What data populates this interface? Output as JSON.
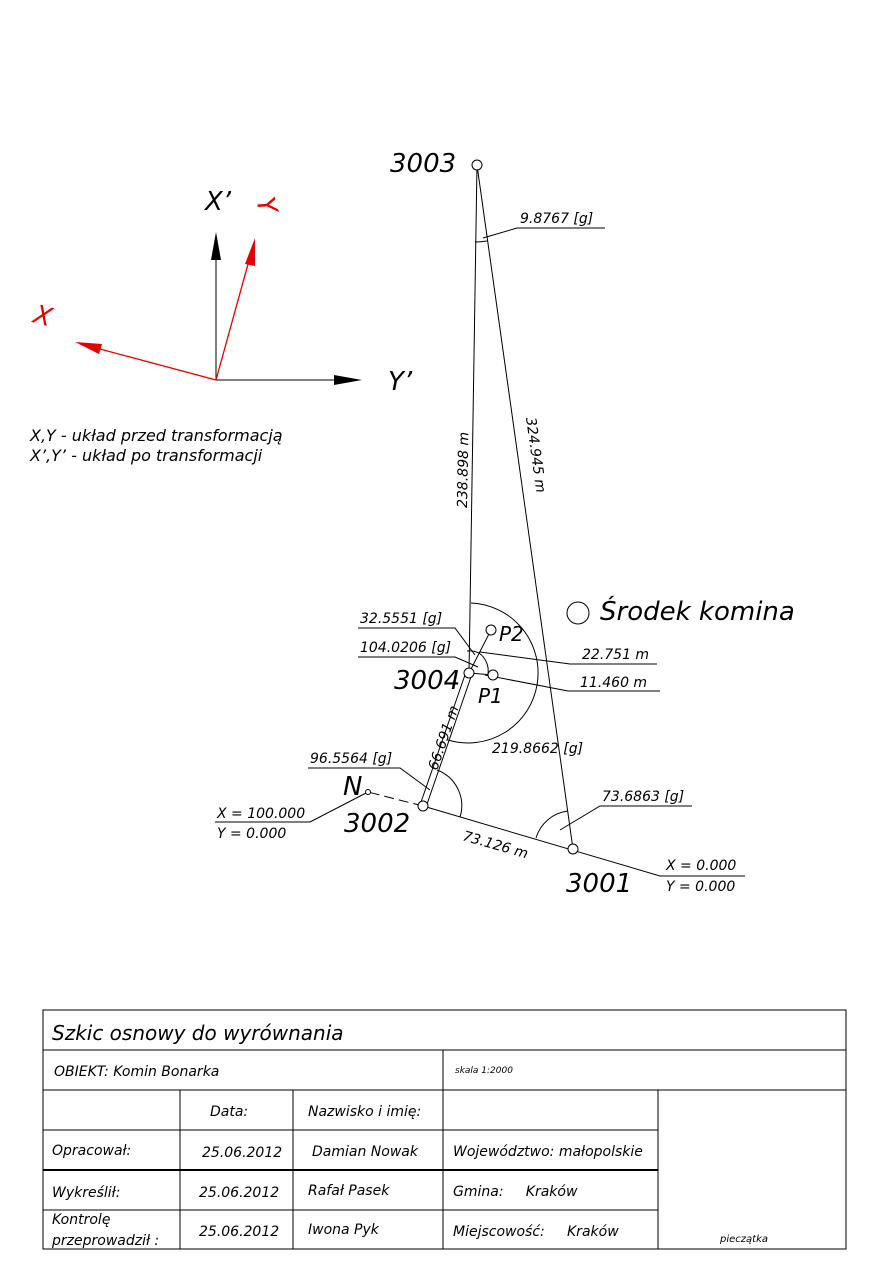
{
  "points": {
    "p3003": "3003",
    "p3004": "3004",
    "p3002": "3002",
    "p3001": "3001",
    "n": "N",
    "p1": "P1",
    "p2": "P2",
    "chimney": "Środek komina"
  },
  "angles": {
    "a3003": "9.8767 [g]",
    "a32": "32.5551 [g]",
    "a104": "104.0206 [g]",
    "a219": "219.8662 [g]",
    "a96": "96.5564 [g]",
    "a73": "73.6863 [g]"
  },
  "distances": {
    "d3003_3004": "238.898 m",
    "d3003_3001": "324.945 m",
    "d3004_3002": "66.691 m",
    "d3002_3001": "73.126 m",
    "dP2": "22.751 m",
    "dP1": "11.460 m"
  },
  "coords": {
    "n_x": "X = 100.000",
    "n_y": "Y = 0.000",
    "p3001_x": "X = 0.000",
    "p3001_y": "Y = 0.000"
  },
  "axes": {
    "x_prime": "X’",
    "y_prime": "Y’",
    "x_red": "X",
    "y_red": "Y",
    "legend_1": "X,Y - układ przed transformacją",
    "legend_2": "X’,Y’ - układ po transformacji",
    "red_color": "#e00000"
  },
  "title_block": {
    "title": "Szkic osnowy do wyrównania",
    "object": "OBIEKT: Komin Bonarka",
    "scale": "skala 1:2000",
    "col_date": "Data:",
    "col_name": "Nazwisko i imię:",
    "rows": [
      {
        "role": "Opracował:",
        "date": "25.06.2012",
        "name": "Damian Nowak",
        "info": "Województwo: małopolskie"
      },
      {
        "role": "Wykreślił:",
        "date": "25.06.2012",
        "name": "Rafał Pasek",
        "info": "Gmina:     Kraków"
      },
      {
        "role": "Kontrolę",
        "role2": "przeprowadził :",
        "date": "25.06.2012",
        "name": "Iwona Pyk",
        "info": "Miejscowość:     Kraków"
      }
    ],
    "stamp": "pieczątka"
  }
}
